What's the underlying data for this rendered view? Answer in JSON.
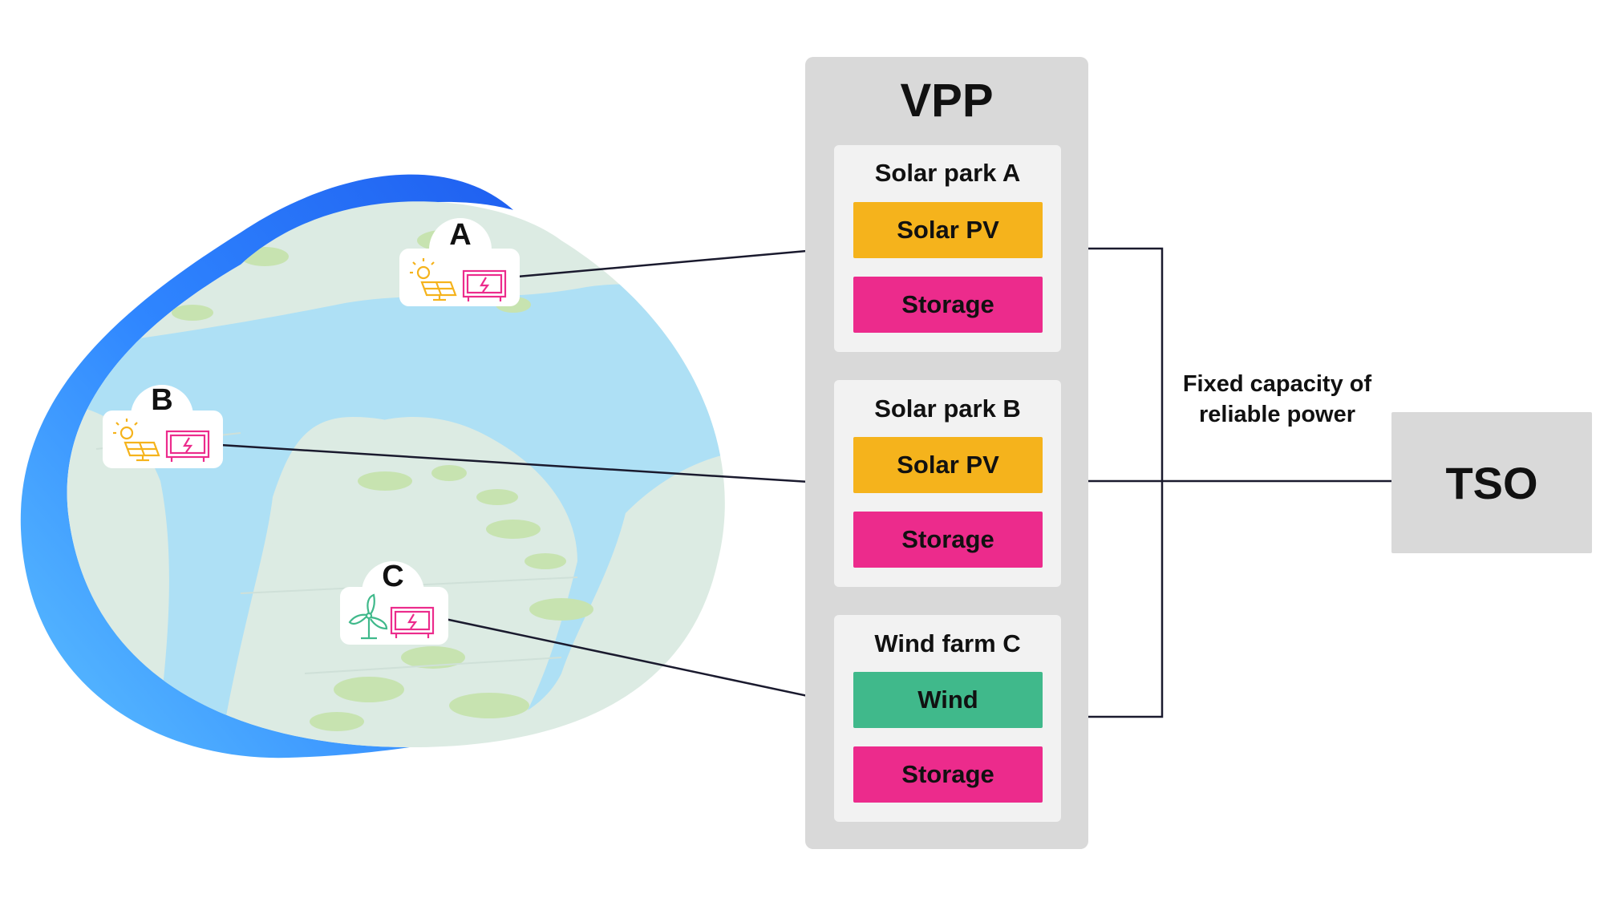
{
  "vpp": {
    "title": "VPP",
    "parks": [
      {
        "title": "Solar park A",
        "items": [
          {
            "label": "Solar PV",
            "color": "#f5b31c"
          },
          {
            "label": "Storage",
            "color": "#ec2b8c"
          }
        ]
      },
      {
        "title": "Solar park B",
        "items": [
          {
            "label": "Solar PV",
            "color": "#f5b31c"
          },
          {
            "label": "Storage",
            "color": "#ec2b8c"
          }
        ]
      },
      {
        "title": "Wind farm C",
        "items": [
          {
            "label": "Wind",
            "color": "#40b98b"
          },
          {
            "label": "Storage",
            "color": "#ec2b8c"
          }
        ]
      }
    ]
  },
  "sites": [
    {
      "letter": "A",
      "icons": [
        "solar-icon",
        "battery-icon"
      ]
    },
    {
      "letter": "B",
      "icons": [
        "solar-icon",
        "battery-icon"
      ]
    },
    {
      "letter": "C",
      "icons": [
        "wind-turbine-icon",
        "battery-icon"
      ]
    }
  ],
  "connection_label": "Fixed capacity of reliable power",
  "tso": {
    "label": "TSO"
  },
  "colors": {
    "solar": "#f5b31c",
    "storage": "#ec2b8c",
    "wind": "#40b98b",
    "panel": "#d9d9d9",
    "card": "#f2f2f2",
    "map_land": "#dcebe3",
    "map_water": "#aee0f5",
    "blob": "#2f7cff"
  }
}
